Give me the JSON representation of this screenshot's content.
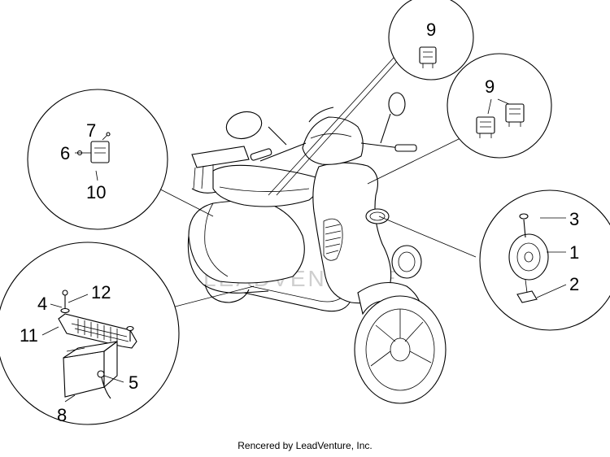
{
  "diagram": {
    "watermark": "LEADVENTURE",
    "credit": "Rencered by LeadVenture, Inc.",
    "callouts": {
      "c1": "1",
      "c2": "2",
      "c3": "3",
      "c4": "4",
      "c5": "5",
      "c6": "6",
      "c7": "7",
      "c8": "8",
      "c9a": "9",
      "c9b": "9",
      "c10": "10",
      "c11": "11",
      "c12": "12"
    }
  }
}
